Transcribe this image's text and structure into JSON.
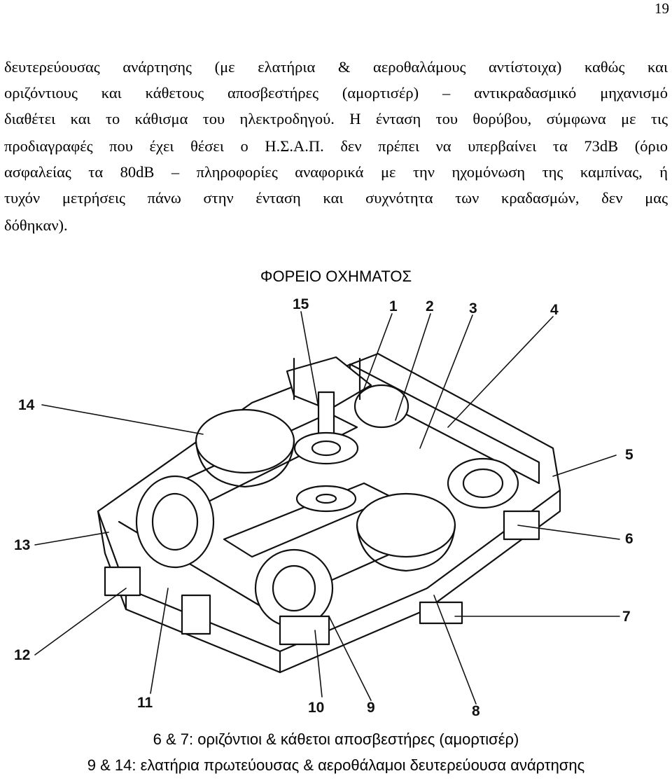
{
  "page_number": "19",
  "paragraph": {
    "lines": [
      "δευτερεύουσας ανάρτησης (με ελατήρια & αεροθαλάμους αντίστοιχα) καθώς και",
      "οριζόντιους και κάθετους αποσβεστήρες (αμορτισέρ) – αντικραδασμικό μηχανισμό",
      "διαθέτει και το κάθισμα του ηλεκτροδηγού. Η ένταση του θορύβου, σύμφωνα με τις",
      "προδιαγραφές που έχει θέσει ο Η.Σ.Α.Π. δεν πρέπει να υπερβαίνει τα 73dB (όριο",
      "ασφαλείας τα 80dB – πληροφορίες αναφορικά με την ηχομόνωση της καμπίνας, ή",
      "τυχόν μετρήσεις πάνω στην ένταση και συχνότητα των κραδασμών, δεν μας",
      "δόθηκαν)."
    ]
  },
  "figure": {
    "title": "ΦΟΡΕΙΟ ΟΧΗΜΑΤΟΣ",
    "callouts": {
      "c1": "1",
      "c2": "2",
      "c3": "3",
      "c4": "4",
      "c5": "5",
      "c6": "6",
      "c7": "7",
      "c8": "8",
      "c9": "9",
      "c10": "10",
      "c11": "11",
      "c12": "12",
      "c13": "13",
      "c14": "14",
      "c15": "15"
    },
    "captions": [
      "6 & 7: οριζόντιοι & κάθετοι αποσβεστήρες (αμορτισέρ)",
      "9 & 14: ελατήρια πρωτεύουσας & αεροθάλαμοι δευτερεύουσα ανάρτησης"
    ]
  }
}
